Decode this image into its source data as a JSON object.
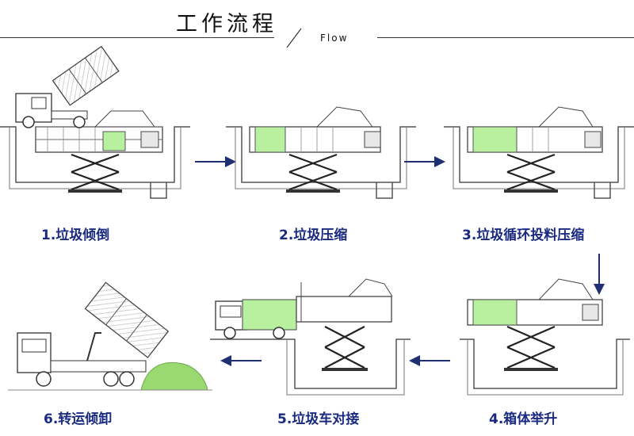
{
  "header": {
    "title": "工作流程",
    "subtitle": "Flow"
  },
  "steps": [
    {
      "label": "1.垃圾倾倒"
    },
    {
      "label": "2.垃圾压缩"
    },
    {
      "label": "3.垃圾循环投料压缩"
    },
    {
      "label": "4.箱体举升"
    },
    {
      "label": "5.垃圾车对接"
    },
    {
      "label": "6.转运倾卸"
    }
  ],
  "colors": {
    "arrow": "#1f2f73",
    "compartment": "#b8f0a0",
    "garbage": "#9ad870",
    "line": "#555555"
  }
}
